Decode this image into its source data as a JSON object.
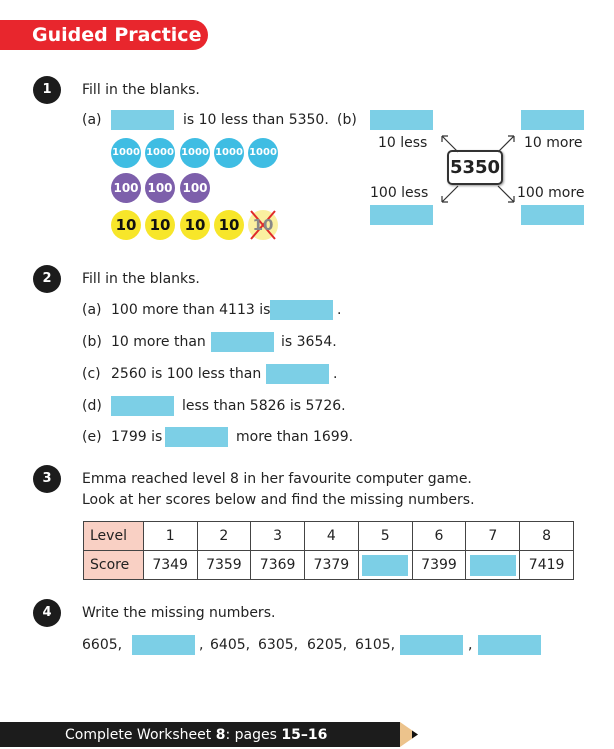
{
  "header": {
    "title": "Guided Practice"
  },
  "q1": {
    "number": "1",
    "instruction": "Fill in the blanks.",
    "a_label": "(a)",
    "a_text": "is 10 less than 5350.",
    "b_label": "(b)",
    "discs_1000": [
      "1000",
      "1000",
      "1000",
      "1000",
      "1000"
    ],
    "discs_100": [
      "100",
      "100",
      "100"
    ],
    "discs_10": [
      "10",
      "10",
      "10",
      "10",
      "10"
    ],
    "center_value": "5350",
    "ten_less": "10 less",
    "ten_more": "10 more",
    "hundred_less": "100 less",
    "hundred_more": "100 more"
  },
  "q2": {
    "number": "2",
    "instruction": "Fill in the blanks.",
    "items": [
      {
        "label": "(a)",
        "before": "100 more than 4113 is",
        "after": "."
      },
      {
        "label": "(b)",
        "before": "10 more than",
        "after": "is 3654."
      },
      {
        "label": "(c)",
        "before": "2560 is 100 less than",
        "after": "."
      },
      {
        "label": "(d)",
        "before": "",
        "after": "less than 5826 is 5726."
      },
      {
        "label": "(e)",
        "before": "1799 is",
        "after": "more than 1699."
      }
    ]
  },
  "q3": {
    "number": "3",
    "line1": "Emma reached level 8 in her favourite computer game.",
    "line2": "Look at her scores below and find the missing numbers.",
    "table": {
      "row1_header": "Level",
      "levels": [
        "1",
        "2",
        "3",
        "4",
        "5",
        "6",
        "7",
        "8"
      ],
      "row2_header": "Score",
      "scores": [
        "7349",
        "7359",
        "7369",
        "7379",
        "",
        "7399",
        "",
        "7419"
      ]
    }
  },
  "q4": {
    "number": "4",
    "instruction": "Write the missing numbers.",
    "s1": "6605,",
    "s2": ",",
    "s3": "6405,",
    "s4": "6305,",
    "s5": "6205,",
    "s6": "6105,",
    "s7": ","
  },
  "footer": {
    "pre": "Complete Worksheet ",
    "ws": "8",
    "mid": ": pages ",
    "pages": "15–16"
  },
  "colors": {
    "header": "#e8262d",
    "blank": "#7ccfe6",
    "table_header": "#f9d0c4"
  }
}
